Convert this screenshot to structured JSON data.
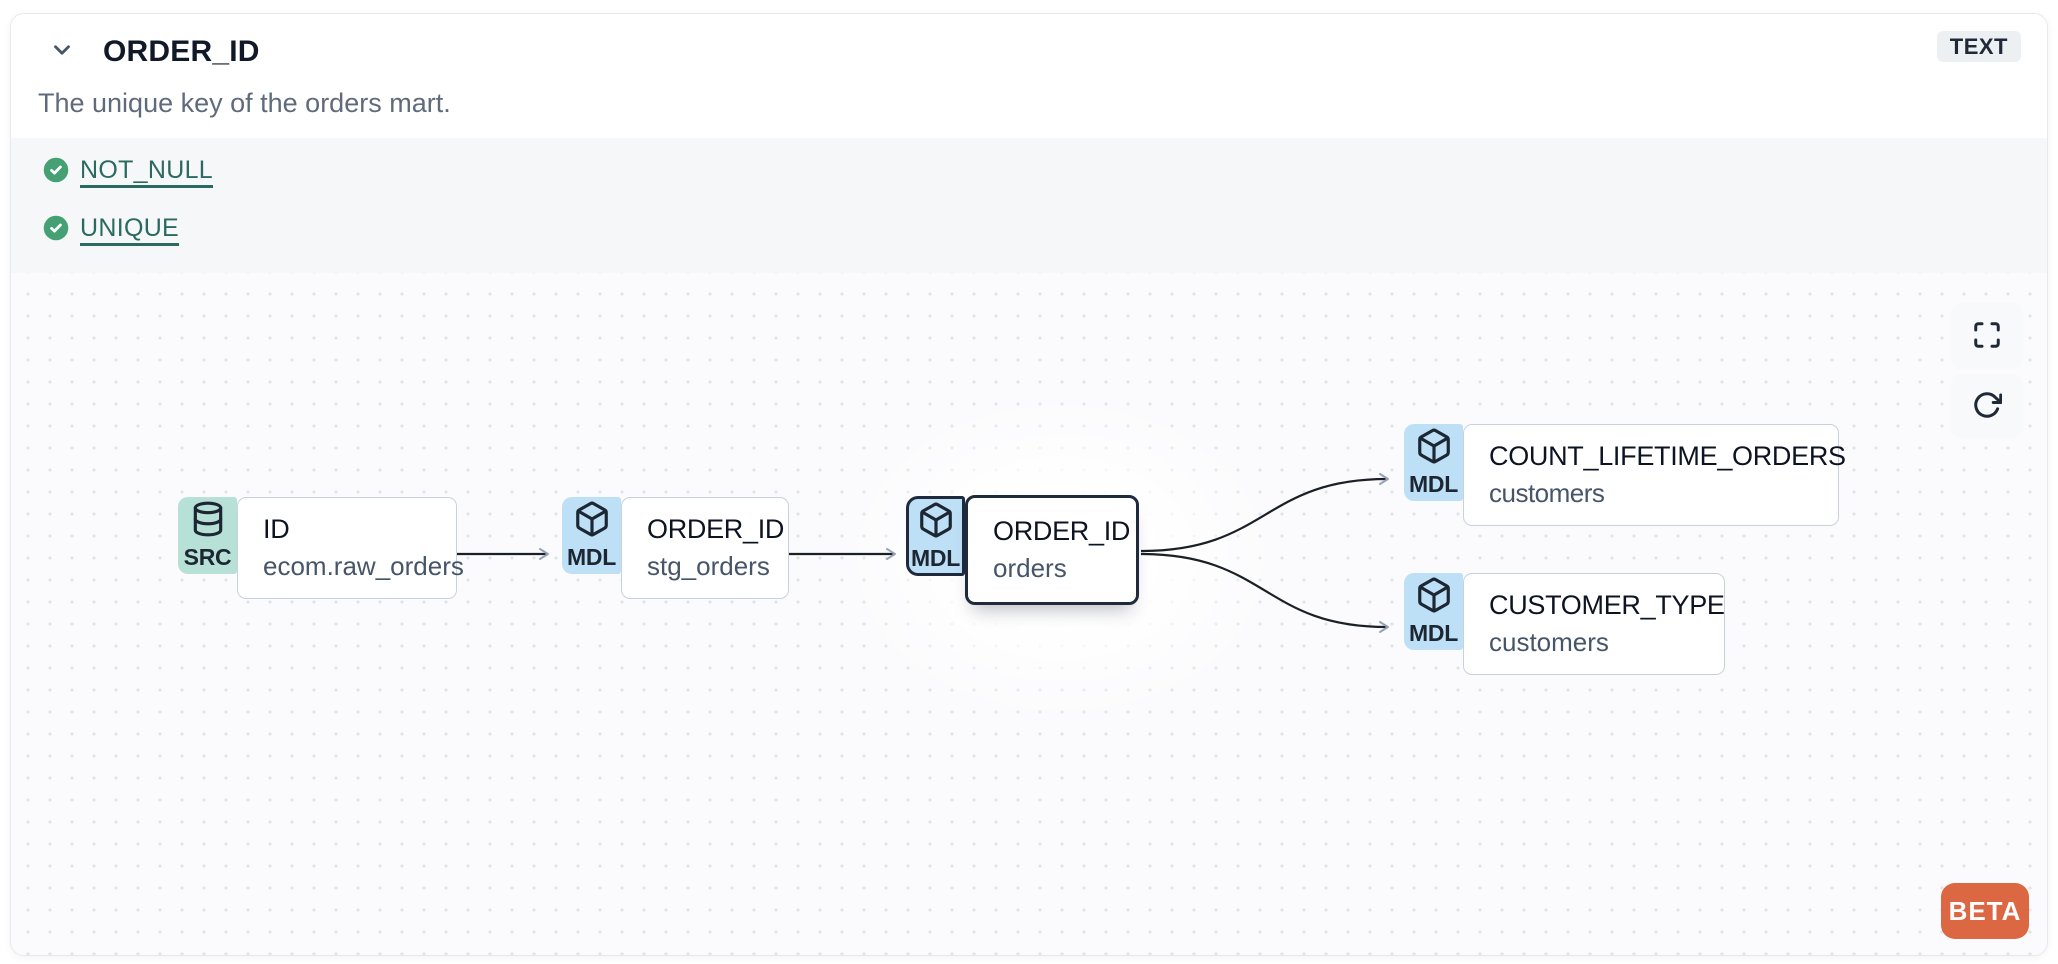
{
  "header": {
    "title": "ORDER_ID",
    "type_badge": "TEXT",
    "description": "The unique key of the orders mart."
  },
  "tests": {
    "items": [
      {
        "label": "NOT_NULL",
        "status": "pass",
        "icon": "check-circle-icon"
      },
      {
        "label": "UNIQUE",
        "status": "pass",
        "icon": "check-circle-icon"
      }
    ]
  },
  "lineage": {
    "nodes": [
      {
        "badge": "SRC",
        "type": "source",
        "icon": "database-icon",
        "title": "ID",
        "subtitle": "ecom.raw_orders",
        "selected": false
      },
      {
        "badge": "MDL",
        "type": "model",
        "icon": "cube-icon",
        "title": "ORDER_ID",
        "subtitle": "stg_orders",
        "selected": false
      },
      {
        "badge": "MDL",
        "type": "model",
        "icon": "cube-icon",
        "title": "ORDER_ID",
        "subtitle": "orders",
        "selected": true
      },
      {
        "badge": "MDL",
        "type": "model",
        "icon": "cube-icon",
        "title": "COUNT_LIFETIME_ORDERS",
        "subtitle": "customers",
        "selected": false
      },
      {
        "badge": "MDL",
        "type": "model",
        "icon": "cube-icon",
        "title": "CUSTOMER_TYPE",
        "subtitle": "customers",
        "selected": false
      }
    ],
    "edges": [
      {
        "from": "ID (ecom.raw_orders)",
        "to": "ORDER_ID (stg_orders)"
      },
      {
        "from": "ORDER_ID (stg_orders)",
        "to": "ORDER_ID (orders)"
      },
      {
        "from": "ORDER_ID (orders)",
        "to": "COUNT_LIFETIME_ORDERS (customers)"
      },
      {
        "from": "ORDER_ID (orders)",
        "to": "CUSTOMER_TYPE (customers)"
      }
    ],
    "controls": [
      {
        "icon": "fullscreen-icon"
      },
      {
        "icon": "refresh-icon"
      }
    ],
    "beta_label": "BETA"
  },
  "colors": {
    "source_badge": "#b7e0d6",
    "model_badge": "#bee0f6",
    "selected_border": "#1f2b3d",
    "edge": "#1b1f26",
    "check_green": "#45a173",
    "test_link": "#2b6a60",
    "beta_bg": "#dc6743",
    "type_badge_bg": "#edf0f3"
  }
}
